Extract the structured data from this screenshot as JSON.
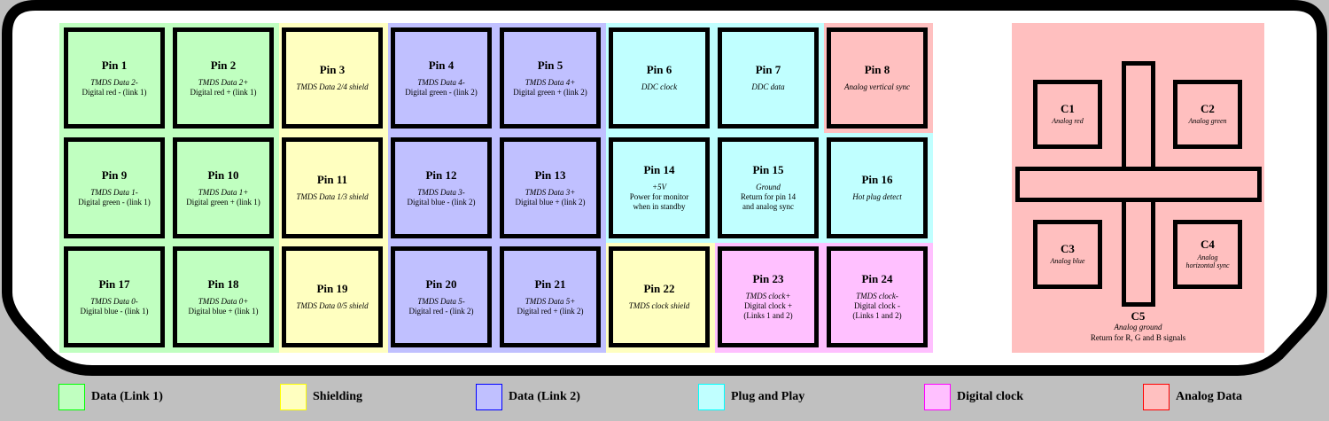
{
  "colors": {
    "data_link1": "#c0ffc0",
    "shielding": "#ffffc0",
    "data_link2": "#c0c0ff",
    "plug_and_play": "#c0ffff",
    "digital_clock": "#ffc0ff",
    "analog_data": "#ffc0c0"
  },
  "pins": [
    {
      "name": "Pin 1",
      "italic": "TMDS Data 2-",
      "plain": "Digital red - (link 1)",
      "group": "data_link1"
    },
    {
      "name": "Pin 2",
      "italic": "TMDS Data 2+",
      "plain": "Digital red + (link 1)",
      "group": "data_link1"
    },
    {
      "name": "Pin 3",
      "italic": "TMDS Data 2/4 shield",
      "plain": "",
      "group": "shielding"
    },
    {
      "name": "Pin 4",
      "italic": "TMDS Data 4-",
      "plain": "Digital green - (link 2)",
      "group": "data_link2"
    },
    {
      "name": "Pin 5",
      "italic": "TMDS Data 4+",
      "plain": "Digital green + (link 2)",
      "group": "data_link2"
    },
    {
      "name": "Pin 6",
      "italic": "DDC clock",
      "plain": "",
      "group": "plug_and_play"
    },
    {
      "name": "Pin 7",
      "italic": "DDC data",
      "plain": "",
      "group": "plug_and_play"
    },
    {
      "name": "Pin 8",
      "italic": "Analog vertical sync",
      "plain": "",
      "group": "analog_data"
    },
    {
      "name": "Pin 9",
      "italic": "TMDS Data 1-",
      "plain": "Digital green - (link 1)",
      "group": "data_link1"
    },
    {
      "name": "Pin 10",
      "italic": "TMDS Data 1+",
      "plain": "Digital green + (link 1)",
      "group": "data_link1"
    },
    {
      "name": "Pin 11",
      "italic": "TMDS Data 1/3 shield",
      "plain": "",
      "group": "shielding"
    },
    {
      "name": "Pin 12",
      "italic": "TMDS Data 3-",
      "plain": "Digital blue - (link 2)",
      "group": "data_link2"
    },
    {
      "name": "Pin 13",
      "italic": "TMDS Data 3+",
      "plain": "Digital blue + (link 2)",
      "group": "data_link2"
    },
    {
      "name": "Pin 14",
      "italic": "+5V",
      "plain": "Power for monitor\nwhen in standby",
      "group": "plug_and_play"
    },
    {
      "name": "Pin 15",
      "italic": "Ground",
      "plain": "Return for pin 14\nand analog sync",
      "group": "plug_and_play"
    },
    {
      "name": "Pin 16",
      "italic": "Hot plug detect",
      "plain": "",
      "group": "plug_and_play"
    },
    {
      "name": "Pin 17",
      "italic": "TMDS Data 0-",
      "plain": "Digital blue - (link 1)",
      "group": "data_link1"
    },
    {
      "name": "Pin 18",
      "italic": "TMDS Data 0+",
      "plain": "Digital blue + (link 1)",
      "group": "data_link1"
    },
    {
      "name": "Pin 19",
      "italic": "TMDS Data 0/5 shield",
      "plain": "",
      "group": "shielding"
    },
    {
      "name": "Pin 20",
      "italic": "TMDS Data 5-",
      "plain": "Digital red - (link 2)",
      "group": "data_link2"
    },
    {
      "name": "Pin 21",
      "italic": "TMDS Data 5+",
      "plain": "Digital red + (link 2)",
      "group": "data_link2"
    },
    {
      "name": "Pin 22",
      "italic": "TMDS clock shield",
      "plain": "",
      "group": "shielding"
    },
    {
      "name": "Pin 23",
      "italic": "TMDS clock+",
      "plain": "Digital clock +\n(Links 1 and 2)",
      "group": "digital_clock"
    },
    {
      "name": "Pin 24",
      "italic": "TMDS clock-",
      "plain": "Digital clock -\n(Links 1 and 2)",
      "group": "digital_clock"
    }
  ],
  "analog_pins": [
    {
      "name": "C1",
      "desc": "Analog red"
    },
    {
      "name": "C2",
      "desc": "Analog green"
    },
    {
      "name": "C3",
      "desc": "Analog blue"
    },
    {
      "name": "C4",
      "desc": "Analog\nhorizontal sync"
    }
  ],
  "c5": {
    "name": "C5",
    "desc": "Analog ground",
    "plain": "Return for R, G and B signals"
  },
  "legend": [
    {
      "label": "Data (Link 1)",
      "fill": "#c0ffc0",
      "border": "#00ff00"
    },
    {
      "label": "Shielding",
      "fill": "#ffffc0",
      "border": "#ffff00"
    },
    {
      "label": "Data (Link 2)",
      "fill": "#c0c0ff",
      "border": "#0000ff"
    },
    {
      "label": "Plug and Play",
      "fill": "#c0ffff",
      "border": "#00ffff"
    },
    {
      "label": "Digital clock",
      "fill": "#ffc0ff",
      "border": "#ff00ff"
    },
    {
      "label": "Analog Data",
      "fill": "#ffc0c0",
      "border": "#ff0000"
    }
  ]
}
